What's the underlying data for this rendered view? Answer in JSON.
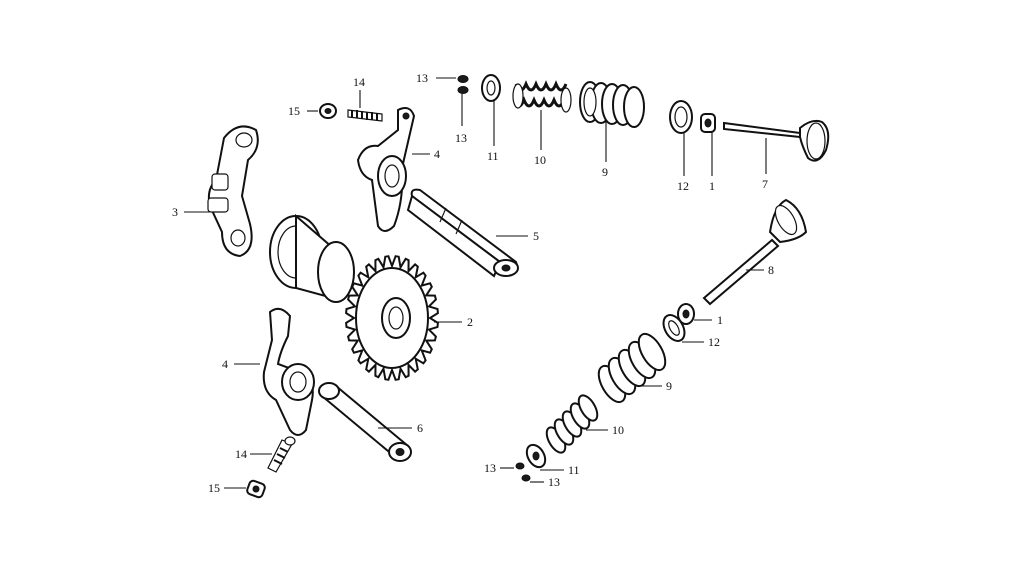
{
  "diagram": {
    "callouts": [
      {
        "id": "c-13-top-a",
        "text": "13"
      },
      {
        "id": "c-13-top-b",
        "text": "13"
      },
      {
        "id": "c-14-top",
        "text": "14"
      },
      {
        "id": "c-15-top",
        "text": "15"
      },
      {
        "id": "c-11-top",
        "text": "11"
      },
      {
        "id": "c-10-top",
        "text": "10"
      },
      {
        "id": "c-9-top",
        "text": "9"
      },
      {
        "id": "c-12-top",
        "text": "12"
      },
      {
        "id": "c-1-top",
        "text": "1"
      },
      {
        "id": "c-7",
        "text": "7"
      },
      {
        "id": "c-4-top",
        "text": "4"
      },
      {
        "id": "c-3",
        "text": "3"
      },
      {
        "id": "c-5",
        "text": "5"
      },
      {
        "id": "c-2",
        "text": "2"
      },
      {
        "id": "c-8",
        "text": "8"
      },
      {
        "id": "c-1-bot",
        "text": "1"
      },
      {
        "id": "c-12-bot",
        "text": "12"
      },
      {
        "id": "c-9-bot",
        "text": "9"
      },
      {
        "id": "c-4-bot",
        "text": "4"
      },
      {
        "id": "c-10-bot",
        "text": "10"
      },
      {
        "id": "c-6",
        "text": "6"
      },
      {
        "id": "c-14-bot",
        "text": "14"
      },
      {
        "id": "c-13-bot-a",
        "text": "13"
      },
      {
        "id": "c-11-bot",
        "text": "11"
      },
      {
        "id": "c-13-bot-b",
        "text": "13"
      },
      {
        "id": "c-15-bot",
        "text": "15"
      }
    ]
  }
}
